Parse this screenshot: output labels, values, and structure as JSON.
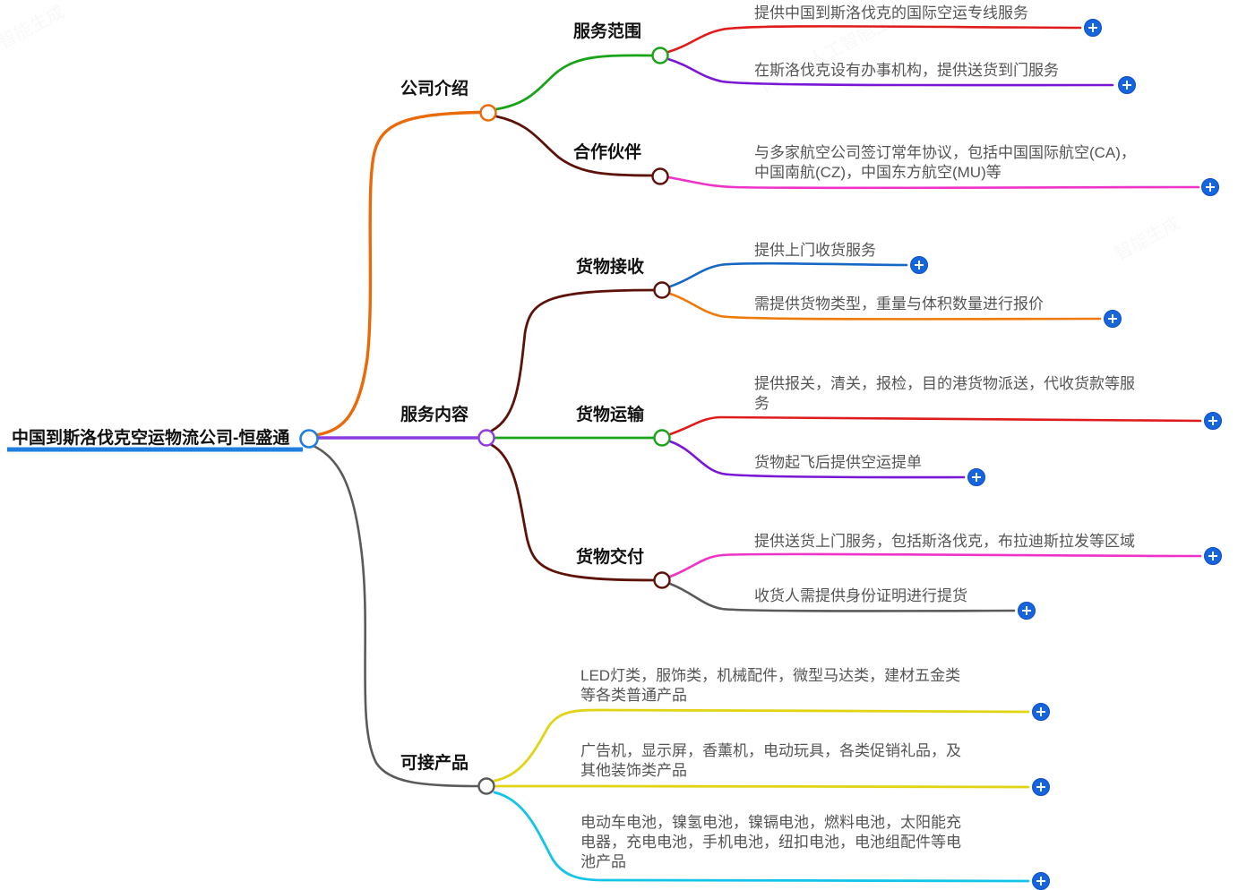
{
  "root": {
    "label": "中国到斯洛伐克空运物流公司-恒盛通",
    "color": "#1f7fe0"
  },
  "colors": {
    "root_underline": "#1f7fe0",
    "node_fill": "#ffffff",
    "plus_button": "#1565e0",
    "plus_glyph": "#ffffff",
    "label_dark": "#111111",
    "label_gray": "#555555"
  },
  "branches": [
    {
      "label": "公司介绍",
      "color": "#ea6a0a",
      "children": [
        {
          "label": "服务范围",
          "color": "#19a319",
          "leaves": [
            {
              "text": "提供中国到斯洛伐克的国际空运专线服务",
              "color": "#e01b1b",
              "has_plus": true
            },
            {
              "text": "在斯洛伐克设有办事机构，提供送货到门服务",
              "color": "#7a16d6",
              "has_plus": true
            }
          ]
        },
        {
          "label": "合作伙伴",
          "color": "#5c1208",
          "leaves": [
            {
              "text": "与多家航空公司签订常年协议，包括中国国际航空(CA)，\n中国南航(CZ)，中国东方航空(MU)等",
              "color": "#ef33c8",
              "has_plus": true
            }
          ]
        }
      ]
    },
    {
      "label": "服务内容",
      "color": "#8d3ce0",
      "children": [
        {
          "label": "货物接收",
          "color": "#5c1208",
          "leaves": [
            {
              "text": "提供上门收货服务",
              "color": "#1668c4",
              "has_plus": true
            },
            {
              "text": "需提供货物类型，重量与体积数量进行报价",
              "color": "#ef7a09",
              "has_plus": true
            }
          ]
        },
        {
          "label": "货物运输",
          "color": "#19a319",
          "leaves": [
            {
              "text": "提供报关，清关，报检，目的港货物派送，代收货款等服\n务",
              "color": "#e01b1b",
              "has_plus": true
            },
            {
              "text": "货物起飞后提供空运提单",
              "color": "#7a16d6",
              "has_plus": true
            }
          ]
        },
        {
          "label": "货物交付",
          "color": "#5c1208",
          "leaves": [
            {
              "text": "提供送货上门服务，包括斯洛伐克，布拉迪斯拉发等区域",
              "color": "#ef33c8",
              "has_plus": true
            },
            {
              "text": "收货人需提供身份证明进行提货",
              "color": "#5a5a5a",
              "has_plus": true
            }
          ]
        }
      ]
    },
    {
      "label": "可接产品",
      "color": "#5a5a5a",
      "children": [],
      "leaves": [
        {
          "text": "LED灯类，服饰类，机械配件，微型马达类，建材五金类\n等各类普通产品",
          "color": "#e0d415",
          "has_plus": true
        },
        {
          "text": "广告机，显示屏，香薰机，电动玩具，各类促销礼品，及\n其他装饰类产品",
          "color": "#e0d415",
          "has_plus": true
        },
        {
          "text": "电动车电池，镍氢电池，镍镉电池，燃料电池，太阳能充\n电器，充电电池，手机电池，纽扣电池，电池组配件等电\n池产品",
          "color": "#12c4e8",
          "has_plus": true
        }
      ]
    }
  ],
  "watermarks": [
    "智能生成",
    "内容由人工智能生成",
    "智能生成"
  ]
}
